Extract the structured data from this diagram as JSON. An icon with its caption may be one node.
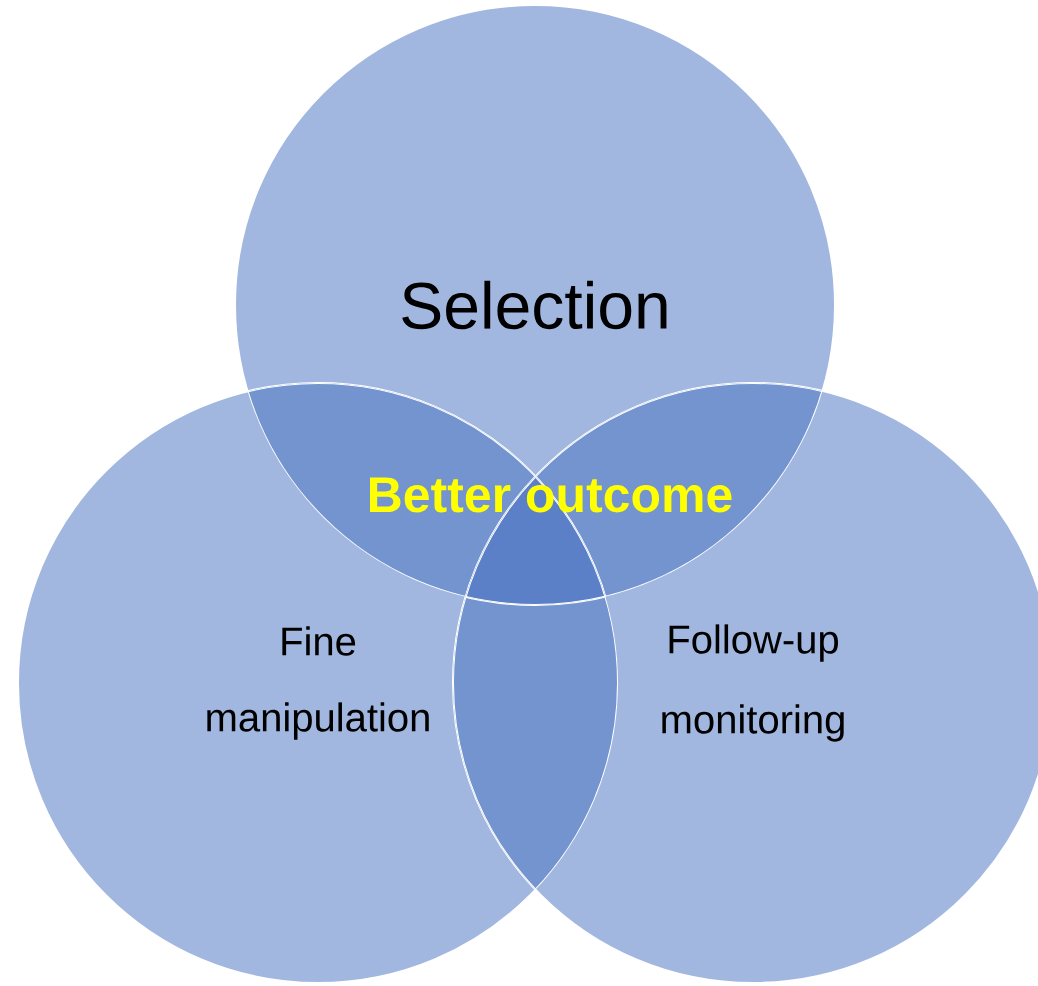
{
  "diagram": {
    "nodes": [
      {
        "text": [
          "Selection"
        ]
      },
      {
        "text": [
          "Fine manipulation"
        ]
      },
      {
        "text": [
          "Follow-up monitoring"
        ]
      }
    ],
    "labels": [
      "Better outcome"
    ]
  }
}
